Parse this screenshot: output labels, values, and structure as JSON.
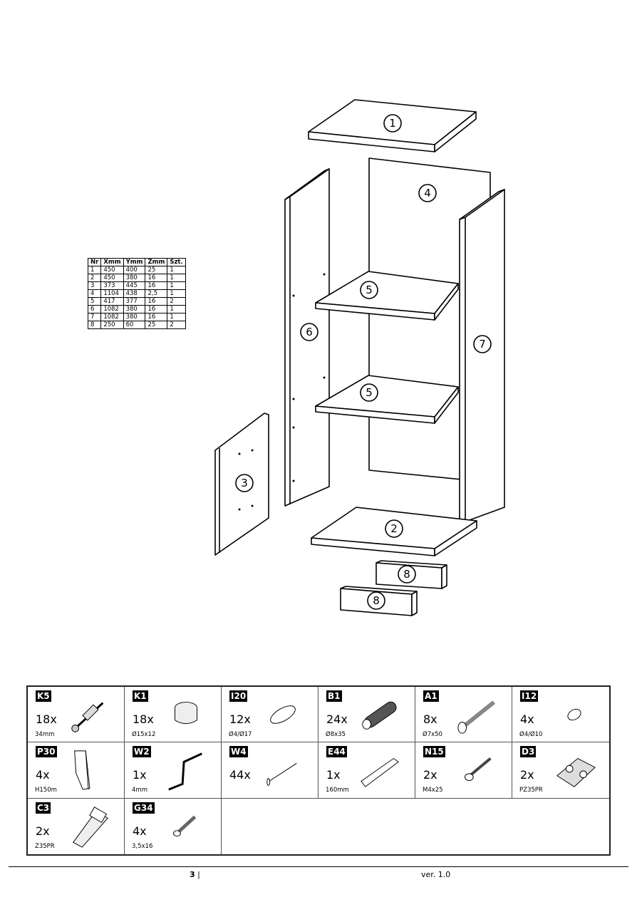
{
  "diagram": {
    "panel_labels": [
      "1",
      "2",
      "3",
      "4",
      "5",
      "5",
      "6",
      "7",
      "8",
      "8"
    ]
  },
  "dimensions_table": {
    "headers": [
      "Nr",
      "Xmm",
      "Ymm",
      "Zmm",
      "Szt."
    ],
    "rows": [
      [
        "1",
        "450",
        "400",
        "25",
        "1"
      ],
      [
        "2",
        "450",
        "380",
        "16",
        "1"
      ],
      [
        "3",
        "373",
        "445",
        "16",
        "1"
      ],
      [
        "4",
        "1104",
        "438",
        "2,5",
        "1"
      ],
      [
        "5",
        "417",
        "377",
        "16",
        "2"
      ],
      [
        "6",
        "1082",
        "380",
        "16",
        "1"
      ],
      [
        "7",
        "1082",
        "380",
        "16",
        "1"
      ],
      [
        "8",
        "250",
        "60",
        "25",
        "2"
      ]
    ]
  },
  "parts": [
    {
      "code": "K5",
      "qty": "18x",
      "spec": "34mm",
      "icon": "cam-bolt-icon"
    },
    {
      "code": "K1",
      "qty": "18x",
      "spec": "Ø15x12",
      "icon": "cam-lock-icon"
    },
    {
      "code": "I20",
      "qty": "12x",
      "spec": "Ø4/Ø17",
      "icon": "cover-cap-icon"
    },
    {
      "code": "B1",
      "qty": "24x",
      "spec": "Ø8x35",
      "icon": "wood-dowel-icon"
    },
    {
      "code": "A1",
      "qty": "8x",
      "spec": "Ø7x50",
      "icon": "confirmat-screw-icon"
    },
    {
      "code": "I12",
      "qty": "4x",
      "spec": "Ø4/Ø10",
      "icon": "small-cap-icon"
    },
    {
      "code": "P30",
      "qty": "4x",
      "spec": "H150m",
      "icon": "furniture-leg-icon"
    },
    {
      "code": "W2",
      "qty": "1x",
      "spec": "4mm",
      "icon": "allen-key-icon"
    },
    {
      "code": "W4",
      "qty": "44x",
      "spec": "",
      "icon": "nail-icon"
    },
    {
      "code": "E44",
      "qty": "1x",
      "spec": "160mm",
      "icon": "handle-icon"
    },
    {
      "code": "N15",
      "qty": "2x",
      "spec": "M4x25",
      "icon": "machine-screw-icon"
    },
    {
      "code": "D3",
      "qty": "2x",
      "spec": "PZ35PR",
      "icon": "hinge-plate-icon"
    },
    {
      "code": "C3",
      "qty": "2x",
      "spec": "Z35PR",
      "icon": "hinge-icon"
    },
    {
      "code": "G34",
      "qty": "4x",
      "spec": "3,5x16",
      "icon": "wood-screw-icon"
    }
  ],
  "footer": {
    "page": "3",
    "separator": "|",
    "version": "ver. 1.0"
  }
}
